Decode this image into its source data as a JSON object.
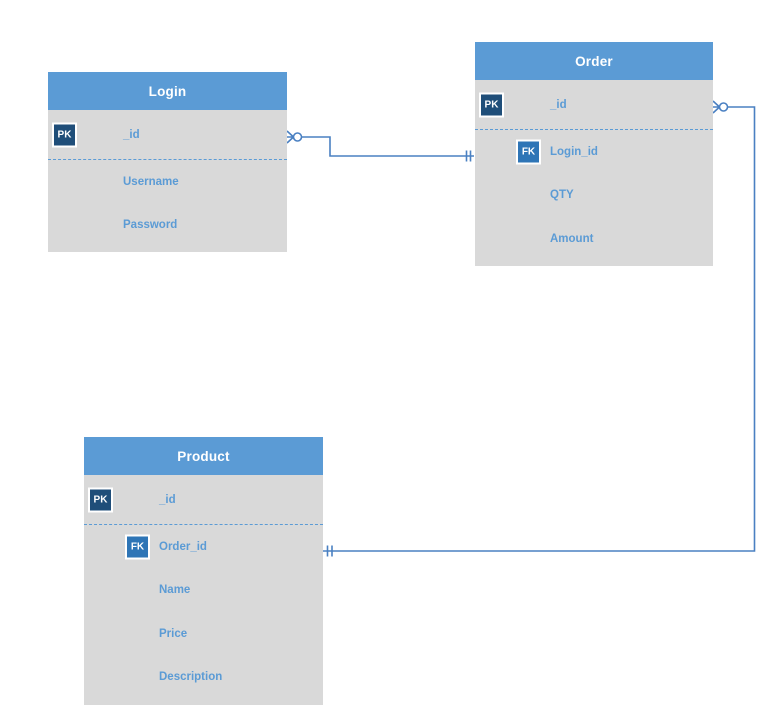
{
  "colors": {
    "entity_header": "#5b9bd5",
    "entity_body": "#d9d9d9",
    "pk_badge": "#1f4e79",
    "fk_badge": "#2e75b6",
    "field_text": "#5b9bd5",
    "connector": "#4a80c2"
  },
  "entities": [
    {
      "name": "Login",
      "fields": [
        {
          "key": "PK",
          "name": "_id"
        },
        {
          "key": "",
          "name": "Username"
        },
        {
          "key": "",
          "name": "Password"
        }
      ]
    },
    {
      "name": "Order",
      "fields": [
        {
          "key": "PK",
          "name": "_id"
        },
        {
          "key": "FK",
          "name": "Login_id"
        },
        {
          "key": "",
          "name": "QTY"
        },
        {
          "key": "",
          "name": "Amount"
        }
      ]
    },
    {
      "name": "Product",
      "fields": [
        {
          "key": "PK",
          "name": "_id"
        },
        {
          "key": "FK",
          "name": "Order_id"
        },
        {
          "key": "",
          "name": "Name"
        },
        {
          "key": "",
          "name": "Price"
        },
        {
          "key": "",
          "name": "Description"
        }
      ]
    }
  ],
  "relationships": [
    {
      "from": "Login._id",
      "to": "Order.Login_id",
      "from_end_notation": "zero-or-many (crow-foot with circle)",
      "to_end_notation": "one (double tick)"
    },
    {
      "from": "Order._id",
      "to": "Product.Order_id",
      "from_end_notation": "zero-or-many (crow-foot with circle)",
      "to_end_notation": "one (double tick)"
    }
  ]
}
